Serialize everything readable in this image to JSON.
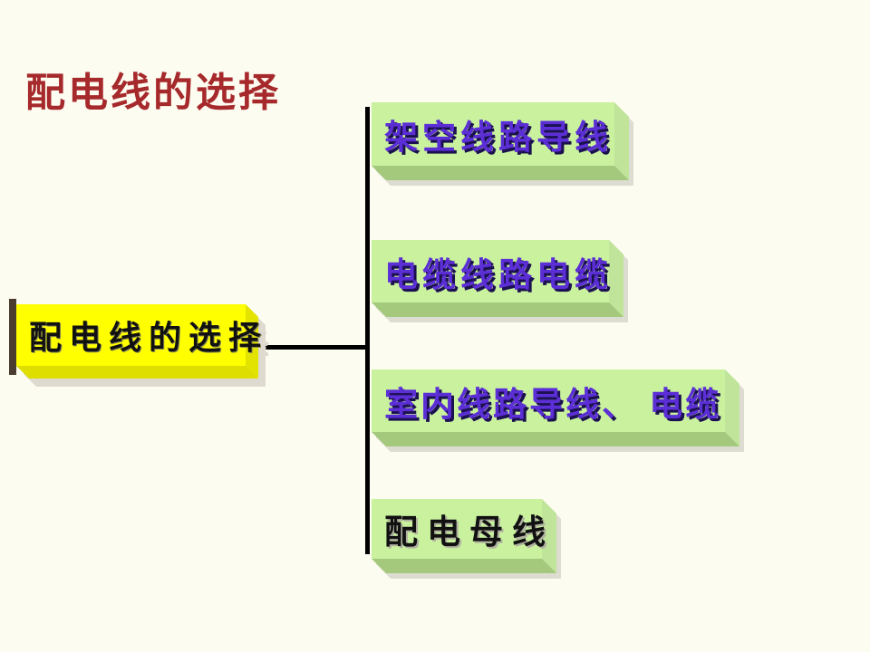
{
  "title": {
    "text": "配电线的选择",
    "color": "#a6292c"
  },
  "diagram": {
    "type": "tree",
    "root": {
      "label": "配电线的选择",
      "fill": "#ffff00",
      "text_color": "#111111"
    },
    "branches": [
      {
        "label": "架空线路导线",
        "fill": "#c9f19e",
        "text_color": "#5b2ed6"
      },
      {
        "label": "电缆线路电缆",
        "fill": "#c9f19e",
        "text_color": "#5b2ed6"
      },
      {
        "label": "室内线路导线、 电缆",
        "fill": "#c9f19e",
        "text_color": "#5b2ed6"
      },
      {
        "label": "配电母线",
        "fill": "#c9f19e",
        "text_color": "#111111"
      }
    ],
    "connector_color": "#000000"
  },
  "colors": {
    "background": "#fdfcf0",
    "green_face": "#c9f19e",
    "green_bevel_bottom": "#a4c97c",
    "green_bevel_right": "#bfe49a",
    "yellow_face": "#ffff00",
    "yellow_bevel": "#dede00",
    "title_red": "#a6292c",
    "branch_text_purple": "#5b2ed6",
    "shadow_gray": "#dcdcd0",
    "root_left_shadow": "#4a3c2e"
  }
}
